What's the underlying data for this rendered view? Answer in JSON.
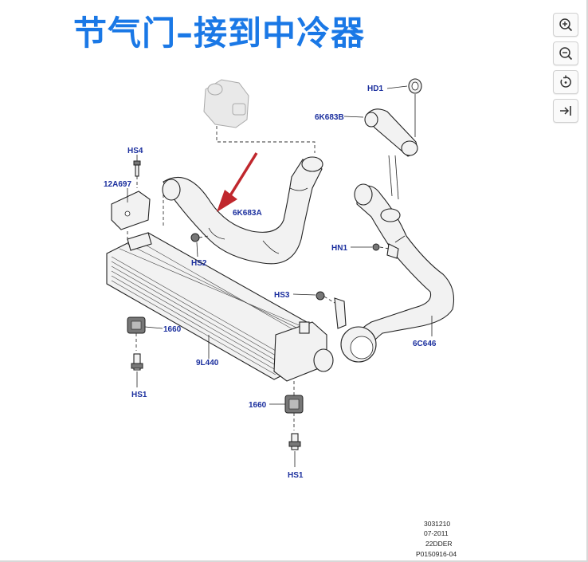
{
  "title": "节气门–接到中冷器",
  "toolbar": {
    "zoom_in_icon": "zoom-in-icon",
    "zoom_out_icon": "zoom-out-icon",
    "rotate_icon": "rotate-icon",
    "next_icon": "arrow-to-right-icon"
  },
  "labels": {
    "hd1": "HD1",
    "6k683b": "6K683B",
    "hs4": "HS4",
    "12a697": "12A697",
    "6k683a": "6K683A",
    "hs2": "HS2",
    "hn1": "HN1",
    "hs3": "HS3",
    "1660_left": "1660",
    "9l440": "9L440",
    "6c646": "6C646",
    "hs1_left": "HS1",
    "1660_bottom": "1660",
    "hs1_bottom": "HS1"
  },
  "footer": {
    "line1": "3031210",
    "line2": "07-2011",
    "line3": "22DDER",
    "line4": "P0150916-04"
  },
  "colors": {
    "title": "#1a78e6",
    "labels": "#1b2f9e",
    "arrow": "#c0272d"
  }
}
